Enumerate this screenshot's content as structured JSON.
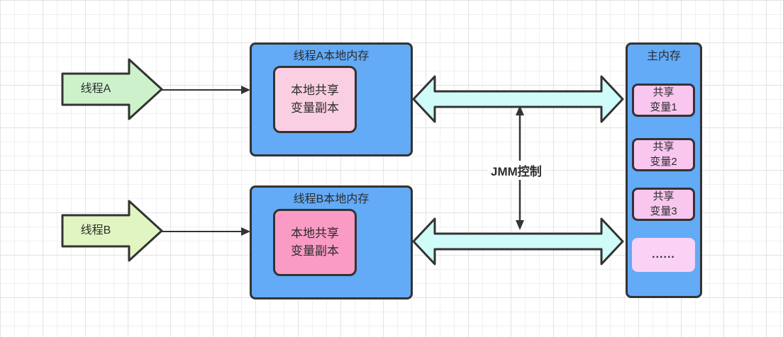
{
  "diagram": {
    "thread_a": {
      "label": "线程A"
    },
    "thread_b": {
      "label": "线程B"
    },
    "local_memory_a": {
      "title": "线程A本地内存",
      "copy_lines": [
        "本地共享",
        "变量副本"
      ]
    },
    "local_memory_b": {
      "title": "线程B本地内存",
      "copy_lines": [
        "本地共享",
        "变量副本"
      ]
    },
    "main_memory": {
      "title": "主内存",
      "vars": [
        {
          "lines": [
            "共享",
            "变量1"
          ]
        },
        {
          "lines": [
            "共享",
            "变量2"
          ]
        },
        {
          "lines": [
            "共享",
            "变量3"
          ]
        },
        {
          "lines": [
            "......"
          ]
        }
      ]
    },
    "jmm": {
      "label": "JMM控制"
    },
    "colors": {
      "box_blue": "#63aaf7",
      "copy_a_pink": "#fbcfe2",
      "copy_b_pink": "#fa9bc5",
      "shared_var_pink": "#f8c6ef",
      "dots_pink": "#fad2f6",
      "arrow_cyan": "#cffbf8",
      "thread_a_green": "#cdf2cb",
      "thread_b_green": "#e1f5c2",
      "stroke_dark": "#333333"
    }
  }
}
